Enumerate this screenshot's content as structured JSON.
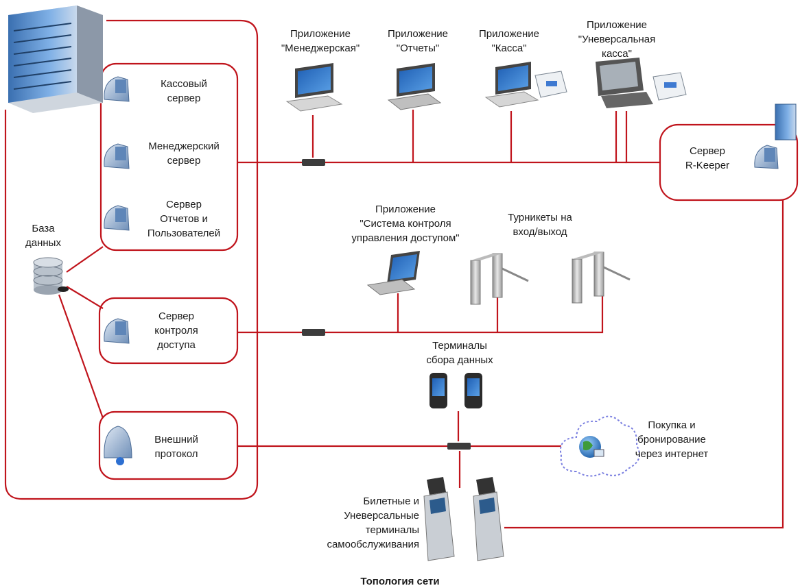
{
  "caption": "Топология сети",
  "servers": {
    "cash": [
      "Кассовый",
      "сервер"
    ],
    "manager": [
      "Менеджерский",
      "сервер"
    ],
    "reports": [
      "Сервер",
      "Отчетов и",
      "Пользователей"
    ],
    "access": [
      "Сервер",
      "контроля",
      "доступа"
    ],
    "external": [
      "Внешний",
      "протокол"
    ],
    "rkeeper": [
      "Сервер",
      "R-Keeper"
    ]
  },
  "database": [
    "База",
    "данных"
  ],
  "apps": {
    "manager": [
      "Приложение",
      "\"Менеджерская\""
    ],
    "reports": [
      "Приложение",
      "\"Отчеты\""
    ],
    "cashier": [
      "Приложение",
      "\"Касса\""
    ],
    "universal": [
      "Приложение",
      "\"Уневерсальная",
      "касса\""
    ],
    "access_control": [
      "Приложение",
      "\"Система контроля",
      "управления доступом\""
    ]
  },
  "devices": {
    "turnstiles": [
      "Турникеты на",
      "вход/выход"
    ],
    "terminals": [
      "Терминалы",
      "сбора данных"
    ],
    "internet": [
      "Покупка и",
      "бронирование",
      "через интернет"
    ],
    "kiosks": [
      "Билетные и",
      "Уневерсальные",
      "терминалы",
      "самообслуживания"
    ]
  },
  "colors": {
    "link": "#c0141c",
    "server_blue": "#4a86c8",
    "device_dark": "#3c3c3c"
  }
}
